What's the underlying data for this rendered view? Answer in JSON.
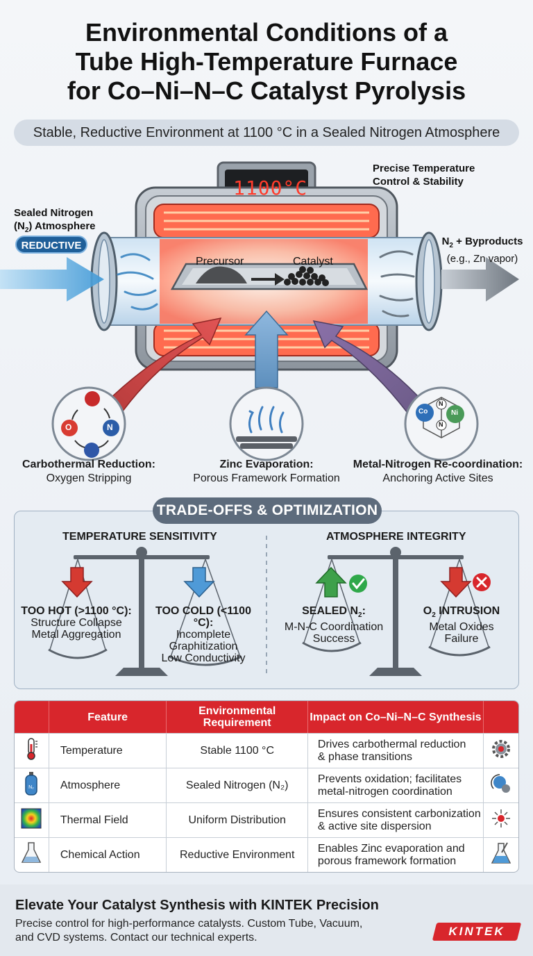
{
  "title": {
    "line1": "Environmental Conditions of a",
    "line2": "Tube High-Temperature Furnace",
    "line3": "for Co–Ni–N–C Catalyst Pyrolysis"
  },
  "subtitle": "Stable, Reductive Environment at 1100 °C in a Sealed Nitrogen Atmosphere",
  "furnace": {
    "display": "1100°C",
    "temp_control_line1": "Precise Temperature",
    "temp_control_line2": "Control & Stability",
    "atmosphere_line1": "Sealed Nitrogen",
    "atmosphere_line2_a": "(N",
    "atmosphere_line2_sub": "2",
    "atmosphere_line2_b": ") Atmosphere",
    "badge": "REDUCTIVE",
    "outlet_line1_a": "N",
    "outlet_line1_sub": "2",
    "outlet_line1_b": " + Byproducts",
    "outlet_line2": "(e.g., Zn vapor)",
    "precursor": "Precursor",
    "catalyst": "Catalyst"
  },
  "mechanisms": [
    {
      "title": "Carbothermal Reduction:",
      "subtitle": "Oxygen Stripping",
      "atoms": [
        "O",
        "N"
      ]
    },
    {
      "title": "Zinc Evaporation:",
      "subtitle": "Porous Framework Formation"
    },
    {
      "title": "Metal-Nitrogen Re-coordination:",
      "subtitle": "Anchoring Active Sites",
      "atoms": [
        "Co",
        "Ni",
        "N",
        "N"
      ]
    }
  ],
  "tradeoffs": {
    "header": "TRADE-OFFS & OPTIMIZATION",
    "temperature": {
      "title": "TEMPERATURE SENSITIVITY",
      "hot_title": "TOO HOT (>1100 °C):",
      "hot_line1": "Structure Collapse",
      "hot_line2": "Metal Aggregation",
      "cold_title": "TOO COLD (<1100 °C):",
      "cold_line1": "Incomplete",
      "cold_line2": "Graphitization",
      "cold_line3": "Low Conductivity"
    },
    "atmosphere": {
      "title": "ATMOSPHERE INTEGRITY",
      "sealed_title_a": "SEALED N",
      "sealed_title_sub": "2",
      "sealed_title_b": ":",
      "sealed_line1": "M-N-C Coordination",
      "sealed_line2": "Success",
      "o2_title_a": "O",
      "o2_title_sub": "2",
      "o2_title_b": " INTRUSION",
      "o2_line1": "Metal Oxides",
      "o2_line2": "Failure"
    }
  },
  "table": {
    "headers": {
      "feature": "Feature",
      "requirement_line1": "Environmental",
      "requirement_line2": "Requirement",
      "impact": "Impact on Co–Ni–N–C Synthesis"
    },
    "rows": [
      {
        "feature": "Temperature",
        "requirement": "Stable 1100 °C",
        "impact_line1": "Drives carbothermal reduction",
        "impact_line2": "& phase transitions",
        "icon": "thermometer-icon",
        "icon2": "gear-icon"
      },
      {
        "feature": "Atmosphere",
        "requirement": "Sealed Nitrogen (N₂)",
        "impact_line1": "Prevents oxidation; facilitates",
        "impact_line2": "metal-nitrogen coordination",
        "icon": "gas-cylinder-icon",
        "icon_text": "N₂",
        "icon2": "molecule-cycle-icon"
      },
      {
        "feature": "Thermal Field",
        "requirement": "Uniform Distribution",
        "impact_line1": "Ensures consistent carbonization",
        "impact_line2": "& active site dispersion",
        "icon": "heatmap-icon",
        "icon2": "dispersion-icon"
      },
      {
        "feature": "Chemical Action",
        "requirement": "Reductive Environment",
        "impact_line1": "Enables Zinc evaporation and",
        "impact_line2": "porous framework formation",
        "icon": "flask-icon",
        "icon2": "beaker-icon"
      }
    ]
  },
  "footer": {
    "title": "Elevate Your Catalyst Synthesis with KINTEK Precision",
    "line1": "Precise control for high-performance catalysts. Custom Tube, Vacuum,",
    "line2": "and CVD systems. Contact our technical experts.",
    "logo": "KINTEK"
  },
  "colors": {
    "accent_red": "#d8262c",
    "nitrogen_blue": "#1f5f99",
    "heat_glow": "#ff5a3c",
    "slate": "#5d6b7c"
  }
}
